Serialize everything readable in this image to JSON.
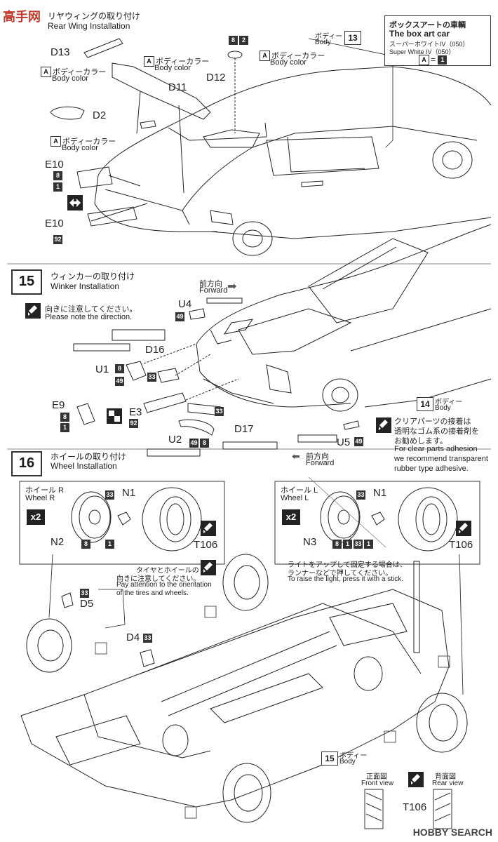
{
  "logo": {
    "text": "高手网"
  },
  "step14": {
    "title_jp": "リヤウィングの取り付け",
    "title_en": "Rear Wing Installation",
    "boxart": {
      "title_jp": "ボックスアートの車輌",
      "title_en": "The box art car",
      "line1": "スーパーホワイトIV（050）",
      "line2": "Super White IV（050）",
      "code_a": "A",
      "code_eq": "=",
      "code_1": "1"
    },
    "body_jp": "ボディー",
    "body_en": "Body",
    "body_num": "13",
    "parts": {
      "d13": "D13",
      "d11": "D11",
      "d12": "D12",
      "d2": "D2",
      "e10a": "E10",
      "e10b": "E10",
      "c8": "8",
      "c2": "2",
      "c1": "1",
      "c8b": "8",
      "c92": "92"
    },
    "color_a": "A",
    "bodycolor_jp": "ボディーカラー",
    "bodycolor_en": "Body color"
  },
  "step15": {
    "num": "15",
    "title_jp": "ウィンカーの取り付け",
    "title_en": "Winker Installation",
    "note_jp": "向きに注意してください。",
    "note_en": "Please note the direction.",
    "forward_jp": "前方向",
    "forward_en": "Forward",
    "parts": {
      "u4": "U4",
      "c49a": "49",
      "d16": "D16",
      "u1": "U1",
      "c8a": "8",
      "c49b": "49",
      "c33a": "33",
      "e9": "E9",
      "c8b": "8",
      "c1": "1",
      "e3": "E3",
      "c92": "92",
      "c33b": "33",
      "d17": "D17",
      "u2": "U2",
      "c49c": "49",
      "c8c": "8",
      "u5": "U5",
      "c49d": "49"
    },
    "body_num": "14",
    "body_jp": "ボディー",
    "body_en": "Body",
    "clear_jp1": "クリアパーツの接着は",
    "clear_jp2": "透明なゴム系の接着剤を",
    "clear_jp3": "お勧めします。",
    "clear_en1": "For clear parts adhesion",
    "clear_en2": "we recommend transparent",
    "clear_en3": "rubber type adhesive."
  },
  "step16": {
    "num": "16",
    "title_jp": "ホイールの取り付け",
    "title_en": "Wheel Installation",
    "wheel_r_jp": "ホイール R",
    "wheel_r_en": "Wheel R",
    "wheel_l_jp": "ホイール L",
    "wheel_l_en": "Wheel L",
    "x2": "x2",
    "n1": "N1",
    "n2": "N2",
    "n3": "N3",
    "c33": "33",
    "c8": "8",
    "c1": "1",
    "t106": "T106",
    "tire_jp1": "タイヤとホイールの",
    "tire_jp2": "向きに注意してください。",
    "tire_en1": "Pay attention to the orientation",
    "tire_en2": "of the tires and wheels.",
    "light_jp": "ライトをアップして固定する場合は、",
    "light_jp2": "ランナーなどで押してください。",
    "light_en": "To raise the light, press it with a stick.",
    "d5": "D5",
    "d4": "D4",
    "body_num": "15",
    "body_jp": "ボディー",
    "body_en": "Body",
    "front_jp": "正面図",
    "front_en": "Front view",
    "rear_jp": "背面図",
    "rear_en": "Rear view"
  },
  "watermark": "HOBBY SEARCH"
}
